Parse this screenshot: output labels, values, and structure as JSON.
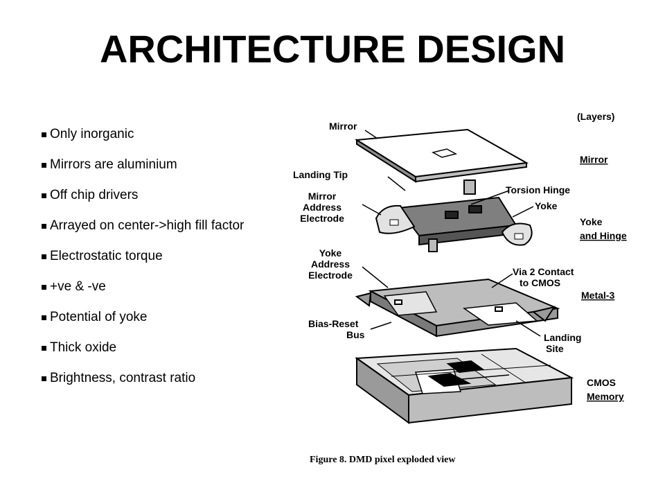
{
  "slide": {
    "title": "ARCHITECTURE DESIGN",
    "bullets": [
      "Only inorganic",
      "Mirrors are aluminium",
      "Off chip drivers",
      "Arrayed on center->high fill factor",
      "Electrostatic torque",
      "+ve & -ve",
      "Potential of yoke",
      "Thick oxide",
      "Brightness, contrast ratio"
    ]
  },
  "figure": {
    "layers_header": "(Layers)",
    "layer_labels": [
      "Mirror",
      "Yoke",
      "and Hinge",
      "Metal-3",
      "CMOS",
      "Memory"
    ],
    "part_labels": {
      "mirror": "Mirror",
      "landing_tip": "Landing Tip",
      "mirror_address_1": "Mirror",
      "mirror_address_2": "Address",
      "mirror_address_3": "Electrode",
      "torsion_hinge": "Torsion Hinge",
      "yoke": "Yoke",
      "yoke_address_1": "Yoke",
      "yoke_address_2": "Address",
      "yoke_address_3": "Electrode",
      "via_1": "Via 2 Contact",
      "via_2": "to CMOS",
      "bias_1": "Bias-Reset",
      "bias_2": "Bus",
      "landing_site_1": "Landing",
      "landing_site_2": "Site"
    },
    "caption": "Figure 8.  DMD pixel exploded view"
  }
}
